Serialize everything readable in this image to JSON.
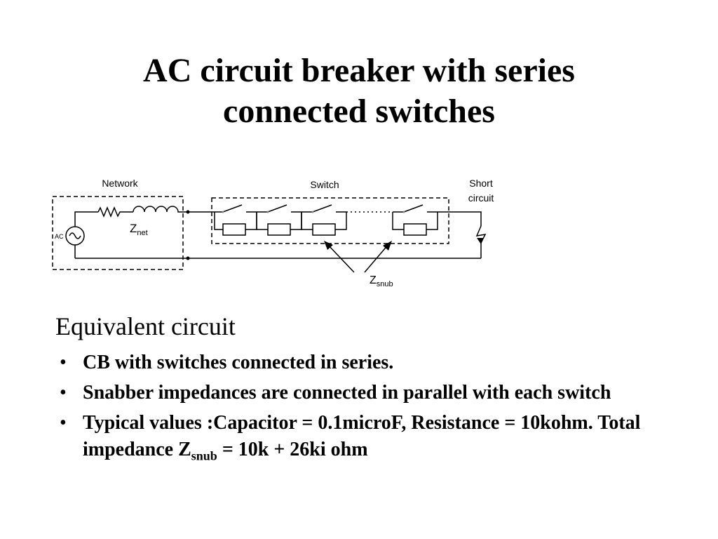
{
  "slide": {
    "title_line1": "AC circuit breaker with series",
    "title_line2": "connected switches"
  },
  "diagram": {
    "network_label": "Network",
    "switch_label": "Switch",
    "short_circuit_line1": "Short",
    "short_circuit_line2": "circuit",
    "ac_label": "AC",
    "znet_base": "Z",
    "znet_sub": "net",
    "zsnub_base": "Z",
    "zsnub_sub": "snub"
  },
  "content": {
    "subtitle": "Equivalent circuit",
    "bullet_symbol": "•",
    "bullet1": "CB with switches connected in series.",
    "bullet2": "Snabber impedances are connected in parallel with each switch",
    "bullet3_part1": "Typical values :Capacitor = 0.1microF, Resistance = 10kohm. Total impedance  Z",
    "bullet3_sub": "snub",
    "bullet3_part2": " = 10k + 26ki ohm"
  }
}
